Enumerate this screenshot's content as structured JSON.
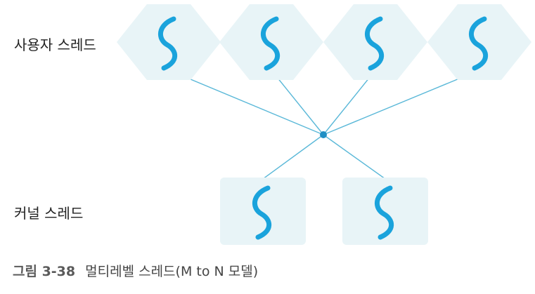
{
  "labels": {
    "user_threads": "사용자 스레드",
    "kernel_threads": "커널 스레드"
  },
  "caption": {
    "number": "그림 3-38",
    "title": "멀티레벨 스레드(M to N 모델)"
  },
  "diagram": {
    "user_thread_count": 4,
    "kernel_thread_count": 2,
    "colors": {
      "shape_fill": "#e8f4f7",
      "thread_stroke": "#1aa3dc",
      "connector": "#5ab8d8",
      "hub": "#1f8fc4"
    }
  }
}
